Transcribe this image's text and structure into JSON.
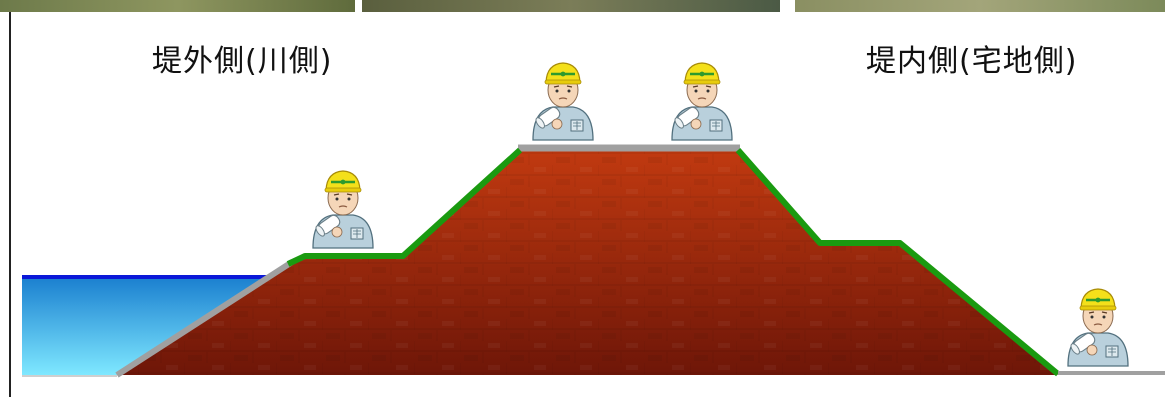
{
  "labels": {
    "riverside": "堤外側(川側)",
    "landside": "堤内側(宅地側)"
  },
  "colors": {
    "embankment_top": "#c23a10",
    "embankment_bottom": "#6e1608",
    "grass_slope": "#1a9a10",
    "concrete_revetment": "#a0a0a0",
    "water_top": "#1a7fcf",
    "water_bottom": "#7fe8ff",
    "water_surface_line": "#0a18d8",
    "hardhat": "#f4e01a",
    "uniform": "#b9d0dc"
  },
  "figures": [
    {
      "id": "worker-outer-berm",
      "pose": "holding-drawing"
    },
    {
      "id": "worker-crown-left",
      "pose": "holding-drawing"
    },
    {
      "id": "worker-crown-right",
      "pose": "holding-drawing"
    },
    {
      "id": "worker-landside-ground",
      "pose": "holding-drawing"
    }
  ]
}
